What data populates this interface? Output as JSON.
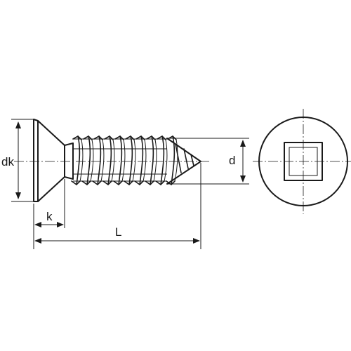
{
  "dimensions": {
    "head_diameter": "dk",
    "head_height": "k",
    "length": "L",
    "thread_diameter": "d"
  },
  "drive": "square-recess",
  "head": "countersunk",
  "colors": {
    "line": "#1a1a1a",
    "background": "#ffffff"
  }
}
